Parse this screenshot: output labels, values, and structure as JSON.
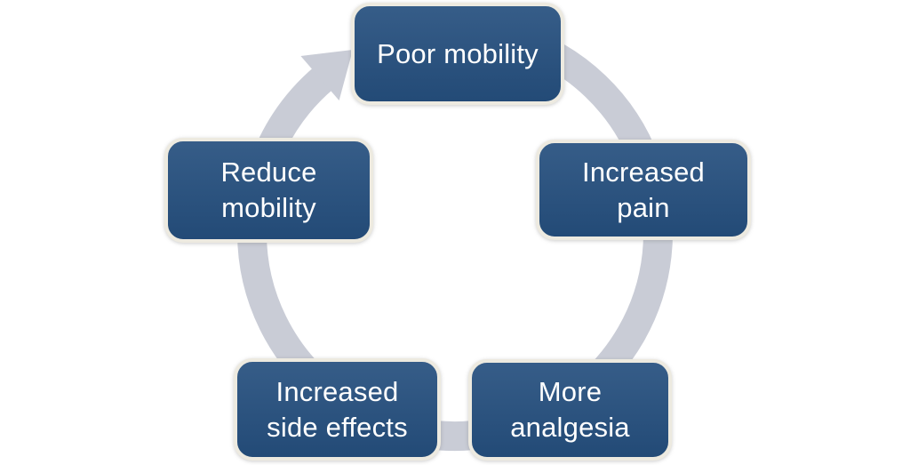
{
  "diagram": {
    "type": "cycle",
    "direction": "clockwise",
    "nodes": [
      {
        "id": "poor-mobility",
        "label": "Poor mobility",
        "lines": [
          "Poor mobility"
        ]
      },
      {
        "id": "increased-pain",
        "label": "Increased pain",
        "lines": [
          "Increased",
          "pain"
        ]
      },
      {
        "id": "more-analgesia",
        "label": "More analgesia",
        "lines": [
          "More",
          "analgesia"
        ]
      },
      {
        "id": "increased-side-effects",
        "label": "Increased side effects",
        "lines": [
          "Increased",
          "side effects"
        ]
      },
      {
        "id": "reduce-mobility",
        "label": "Reduce mobility",
        "lines": [
          "Reduce",
          "mobility"
        ]
      }
    ],
    "colors": {
      "node_fill": "#254F7E",
      "node_border": "#EDEAE0",
      "node_text": "#FFFFFF",
      "arrow": "#C9CCD6",
      "background": "#FFFFFF"
    }
  }
}
